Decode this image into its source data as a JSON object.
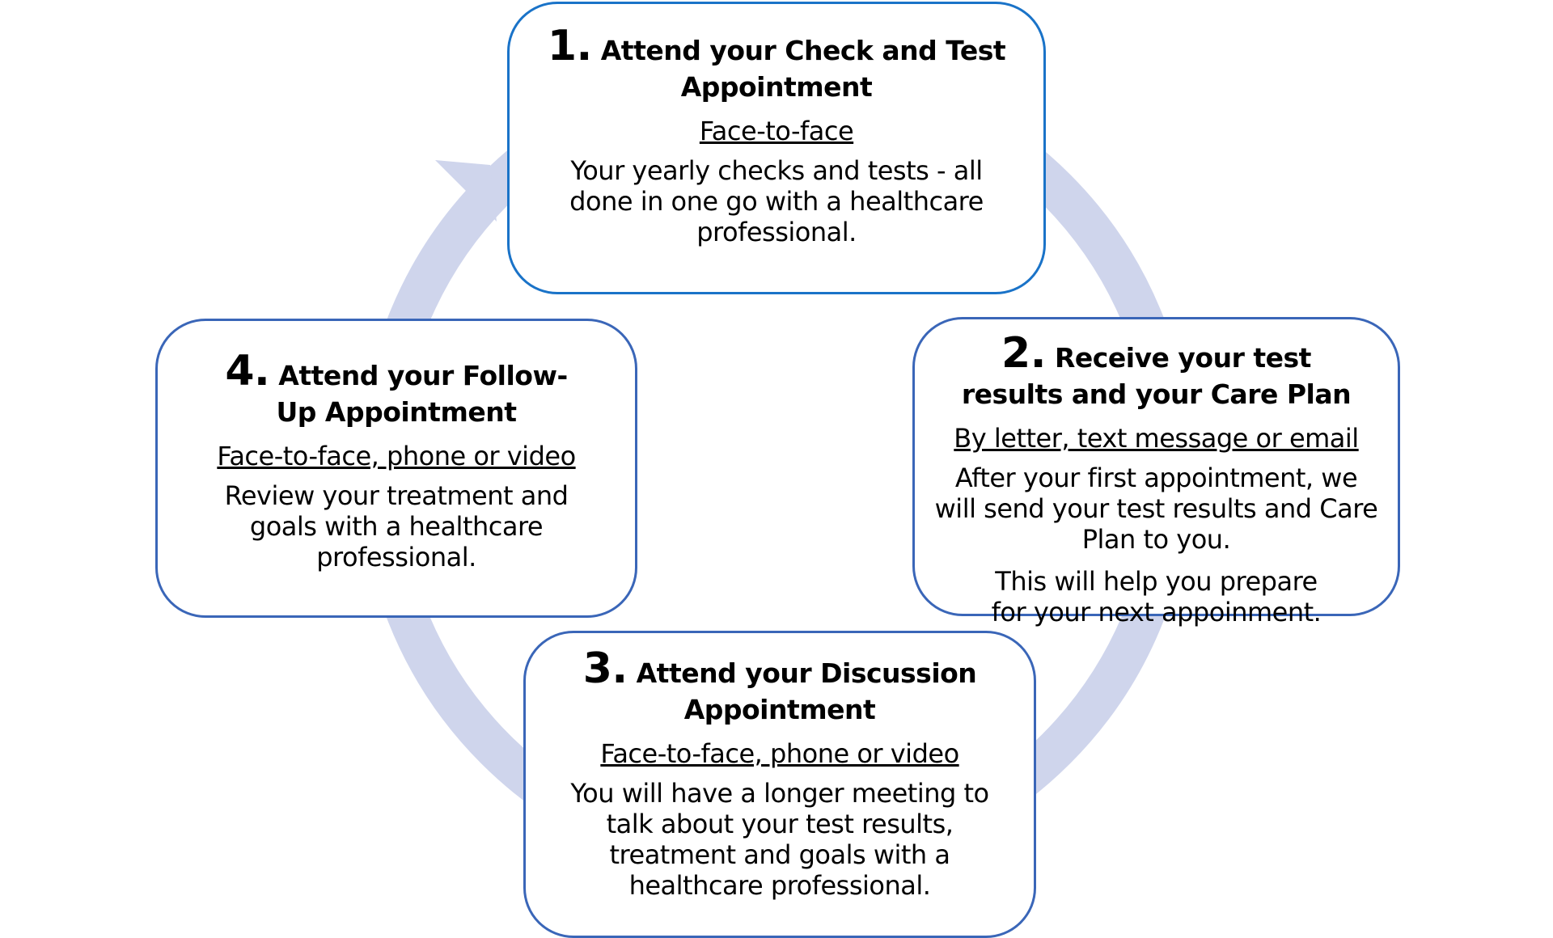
{
  "colors": {
    "ring": "#cfd5ec",
    "box1_border": "#1a73c8",
    "box_border": "#3a66b8"
  },
  "steps": [
    {
      "number": "1.",
      "title": "Attend your Check and Test Appointment",
      "mode": "Face-to-face",
      "description": [
        "Your yearly checks and tests - all done in one go with a healthcare professional."
      ]
    },
    {
      "number": "2.",
      "title": "Receive your test results and your Care Plan",
      "mode": "By letter, text message or email",
      "description": [
        "After your first appointment, we will send your test results and Care Plan to you.",
        "This will help you prepare for your next appoinment."
      ]
    },
    {
      "number": "3.",
      "title": "Attend your Discussion Appointment",
      "mode": "Face-to-face, phone or video",
      "description": [
        "You will have a longer meeting to talk about your test results, treatment and goals with a healthcare professional."
      ]
    },
    {
      "number": "4.",
      "title": "Attend your Follow-Up Appointment",
      "mode": "Face-to-face, phone or video",
      "description": [
        "Review your treatment and goals with a healthcare professional."
      ]
    }
  ]
}
